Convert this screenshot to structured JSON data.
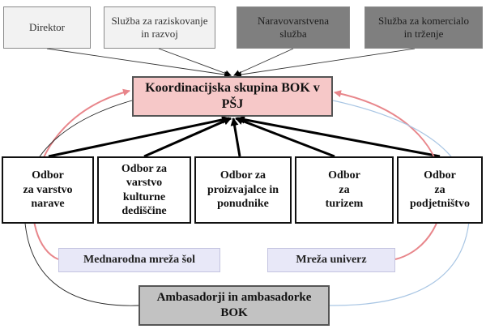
{
  "top_boxes": {
    "direktor": "Direktor",
    "raziskovanje": "Služba za raziskovanje\nin razvoj",
    "naravovarstvena": "Naravovarstvena\nslužba",
    "komercialo": "Služba za komercialo\nin trženje"
  },
  "hub": "Koordinacijska skupina BOK v\nPŠJ",
  "committees": {
    "varstvo_narave": "Odbor\nza varstvo\nnarave",
    "kulturne_dediscine": "Odbor za\nvarstvo\nkulturne\ndediščine",
    "proizvajalci": "Odbor za\nproizvajalce in\nponudnike",
    "turizem": "Odbor\nza\nturizem",
    "podjetnistvo": "Odbor\nza\npodjetništvo"
  },
  "networks": {
    "sol": "Mednarodna mreža šol",
    "univerz": "Mreža univerz"
  },
  "ambassadors": "Ambasadorji in ambasadorke\nBOK",
  "colors": {
    "hub_fill": "#f6c8c8",
    "dark_box_fill": "#7f7f7f",
    "light_box_fill": "#f2f2f2",
    "network_fill": "#e8e8f8",
    "ambassador_fill": "#c2c2c2",
    "red_connector": "#e8868b",
    "blue_connector": "#a9c6e4"
  }
}
